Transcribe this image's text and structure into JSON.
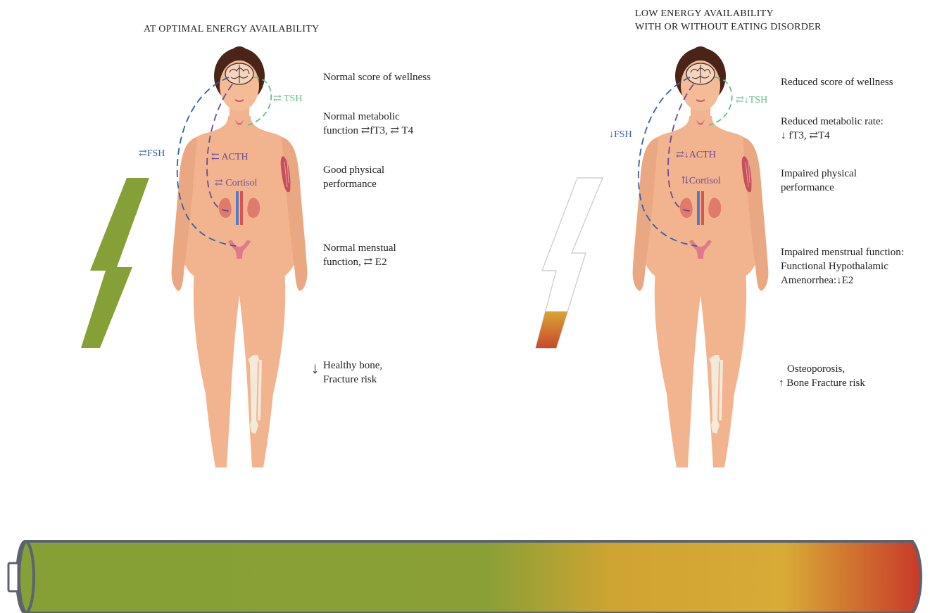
{
  "left": {
    "heading": "AT OPTIMAL ENERGY AVAILABILITY",
    "hormones": {
      "tsh": "⇄ TSH",
      "fsh": "⇄FSH",
      "acth": "⇇ ACTH",
      "cortisol": "⇄ Cortisol"
    },
    "notes": {
      "wellness": "Normal score of wellness",
      "metabolic_1": "Normal metabolic",
      "metabolic_2": "function ⇄fT3, ⇄ T4",
      "performance_1": "Good physical",
      "performance_2": "performance",
      "menstrual_1": "Normal menstual",
      "menstrual_2": "function, ⇄ E2",
      "bone_arrow": "↓",
      "bone_1": "Healthy bone,",
      "bone_2": "Fracture risk"
    },
    "battery_fill_fraction": 1.0
  },
  "right": {
    "heading_1": "LOW ENERGY AVAILABILITY",
    "heading_2": "WITH OR WITHOUT EATING DISORDER",
    "hormones": {
      "tsh": "⇄↓TSH",
      "fsh": "↓FSH",
      "acth": "⇄↓ACTH",
      "cortisol": "⇅Cortisol"
    },
    "notes": {
      "wellness": "Reduced score of wellness",
      "metabolic_1": "Reduced metabolic rate:",
      "metabolic_2": "↓ fT3, ⇄T4",
      "performance_1": "Impaired physical",
      "performance_2": "performance",
      "menstrual_1": "Impaired menstrual function:",
      "menstrual_2": "Functional Hypothalamic",
      "menstrual_3": "Amenorrhea:↓E2",
      "bone_1": "Osteoporosis,",
      "bone_2": "↑ Bone Fracture risk"
    },
    "battery_fill_fraction": 0.2
  },
  "colors": {
    "skin": "#f2b48e",
    "hair": "#4a2418",
    "energy_green": "#85a036",
    "energy_yellow": "#d8aa36",
    "energy_red": "#c8392a",
    "tsh_line": "#5fbf8a",
    "fsh_line": "#2f62a6",
    "acth_line": "#6a4c93"
  }
}
